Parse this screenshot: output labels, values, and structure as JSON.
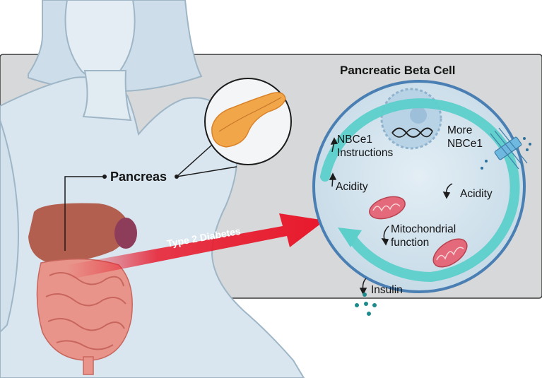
{
  "figure": {
    "cell_title": "Pancreatic Beta Cell",
    "organ_label": "Pancreas",
    "arrow_label": "Type 2 Diabetes",
    "cell_labels": {
      "nbce1_instructions": [
        "NBCe1",
        "Instructions"
      ],
      "acidity_left": "Acidity",
      "more_nbce1": [
        "More",
        "NBCe1"
      ],
      "acidity_right": "Acidity",
      "mitochondrial_function": [
        "Mitochondrial",
        "function"
      ],
      "insulin": "Insulin"
    }
  },
  "colors": {
    "panel_bg": "#d6d8d9",
    "body_skin": "#d9e6ef",
    "body_outline": "#9fb6c7",
    "cell_fill": "#cfe1ec",
    "cell_membrane": "#4a7fb4",
    "cycle_arrow": "#5ccfcb",
    "disease_arrow": "#e8192c",
    "pancreas": "#f2a64a",
    "mitochondria": "#e46a7b",
    "insulin_dots": "#1d8a8c"
  }
}
